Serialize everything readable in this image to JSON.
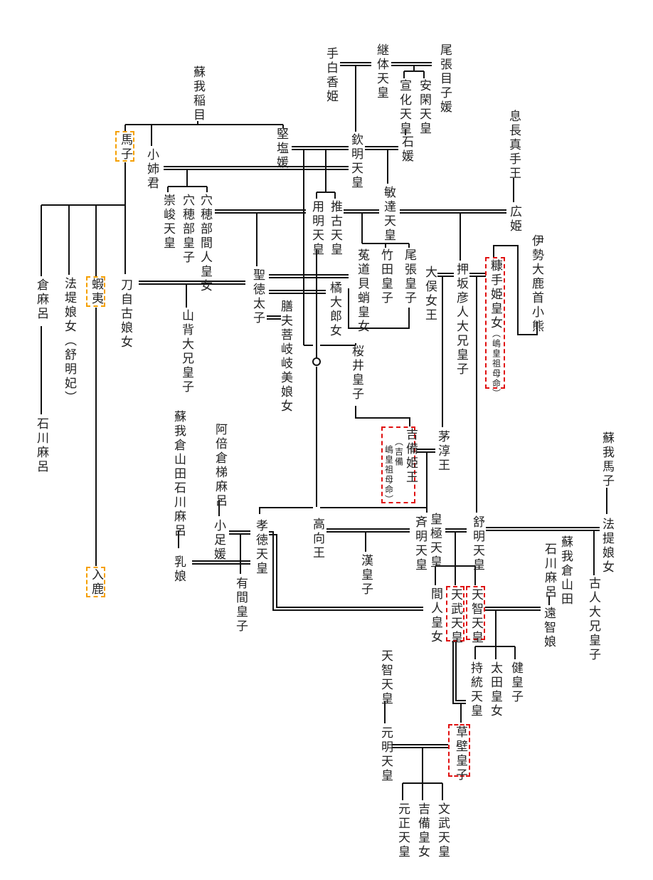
{
  "colors": {
    "line": "#111111",
    "highlight_soga": "#f5a000",
    "highlight_imperial": "#e01010"
  },
  "nodes": [
    "蘇我稲目",
    "馬子",
    "小姉君",
    "堅塩媛",
    "手白香姫",
    "継体天皇",
    "尾張目子媛",
    "宣化天皇",
    "安閑天皇",
    "欽明天皇",
    "石媛",
    "息長真手王",
    "広姫",
    "崇峻天皇",
    "穴穂部皇子",
    "穴穂部間人皇女",
    "用明天皇",
    "推古天皇",
    "敏達天皇",
    "菟道貝蛸皇女",
    "竹田皇子",
    "尾張皇子",
    "伊勢大鹿首小熊",
    "糠手姫皇女",
    "押坂彦人大兄皇子",
    "大俣女王",
    "聖徳太子",
    "橘大郎女",
    "膳夫菩岐岐美娘女",
    "桜井皇子",
    "倉麻呂",
    "法堤娘女（舒明妃）",
    "蝦夷",
    "刀自古娘女",
    "山背大兄皇子",
    "石川麻呂",
    "入鹿",
    "○",
    "蘇我倉山田石川麻呂",
    "阿倍倉梯麻呂",
    "乳娘",
    "小足媛",
    "有間皇子",
    "孝徳天皇",
    "高向王",
    "漢皇子",
    "吉備姫王",
    "茅淳王",
    "斉明天皇",
    "皇極天皇",
    "舒明天皇",
    "蘇我馬子",
    "法提娘女",
    "蘇我倉山田",
    "石川麻呂",
    "古人大兄皇子",
    "間人皇女",
    "天武天皇",
    "天智天皇",
    "遠智娘",
    "持統天皇",
    "太田皇女",
    "健皇子",
    "天智天皇",
    "元明天皇",
    "草壁皇子",
    "元正天皇",
    "吉備皇女",
    "文武天皇"
  ],
  "notes": {
    "nukatehime": "（嶋皇祖母命）",
    "kibihime_1": "（吉備",
    "kibihime_2": "嶋皇祖母命）"
  }
}
